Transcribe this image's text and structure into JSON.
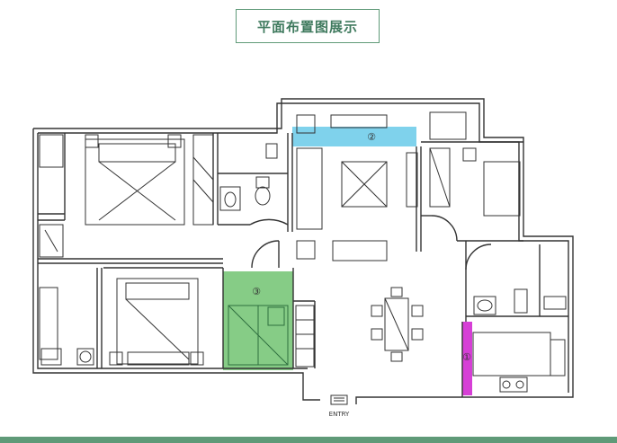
{
  "title": "平面布置图展示",
  "entry_label": "ENTRY",
  "markers": [
    {
      "id": "marker-1",
      "label": "①"
    },
    {
      "id": "marker-2",
      "label": "②"
    },
    {
      "id": "marker-3",
      "label": "③"
    }
  ],
  "colors": {
    "accent": "#5f9a78",
    "highlight_blue": "#7fd2ec",
    "highlight_green": "#86cc86",
    "highlight_magenta": "#d63fd6",
    "wall": "#333333"
  }
}
